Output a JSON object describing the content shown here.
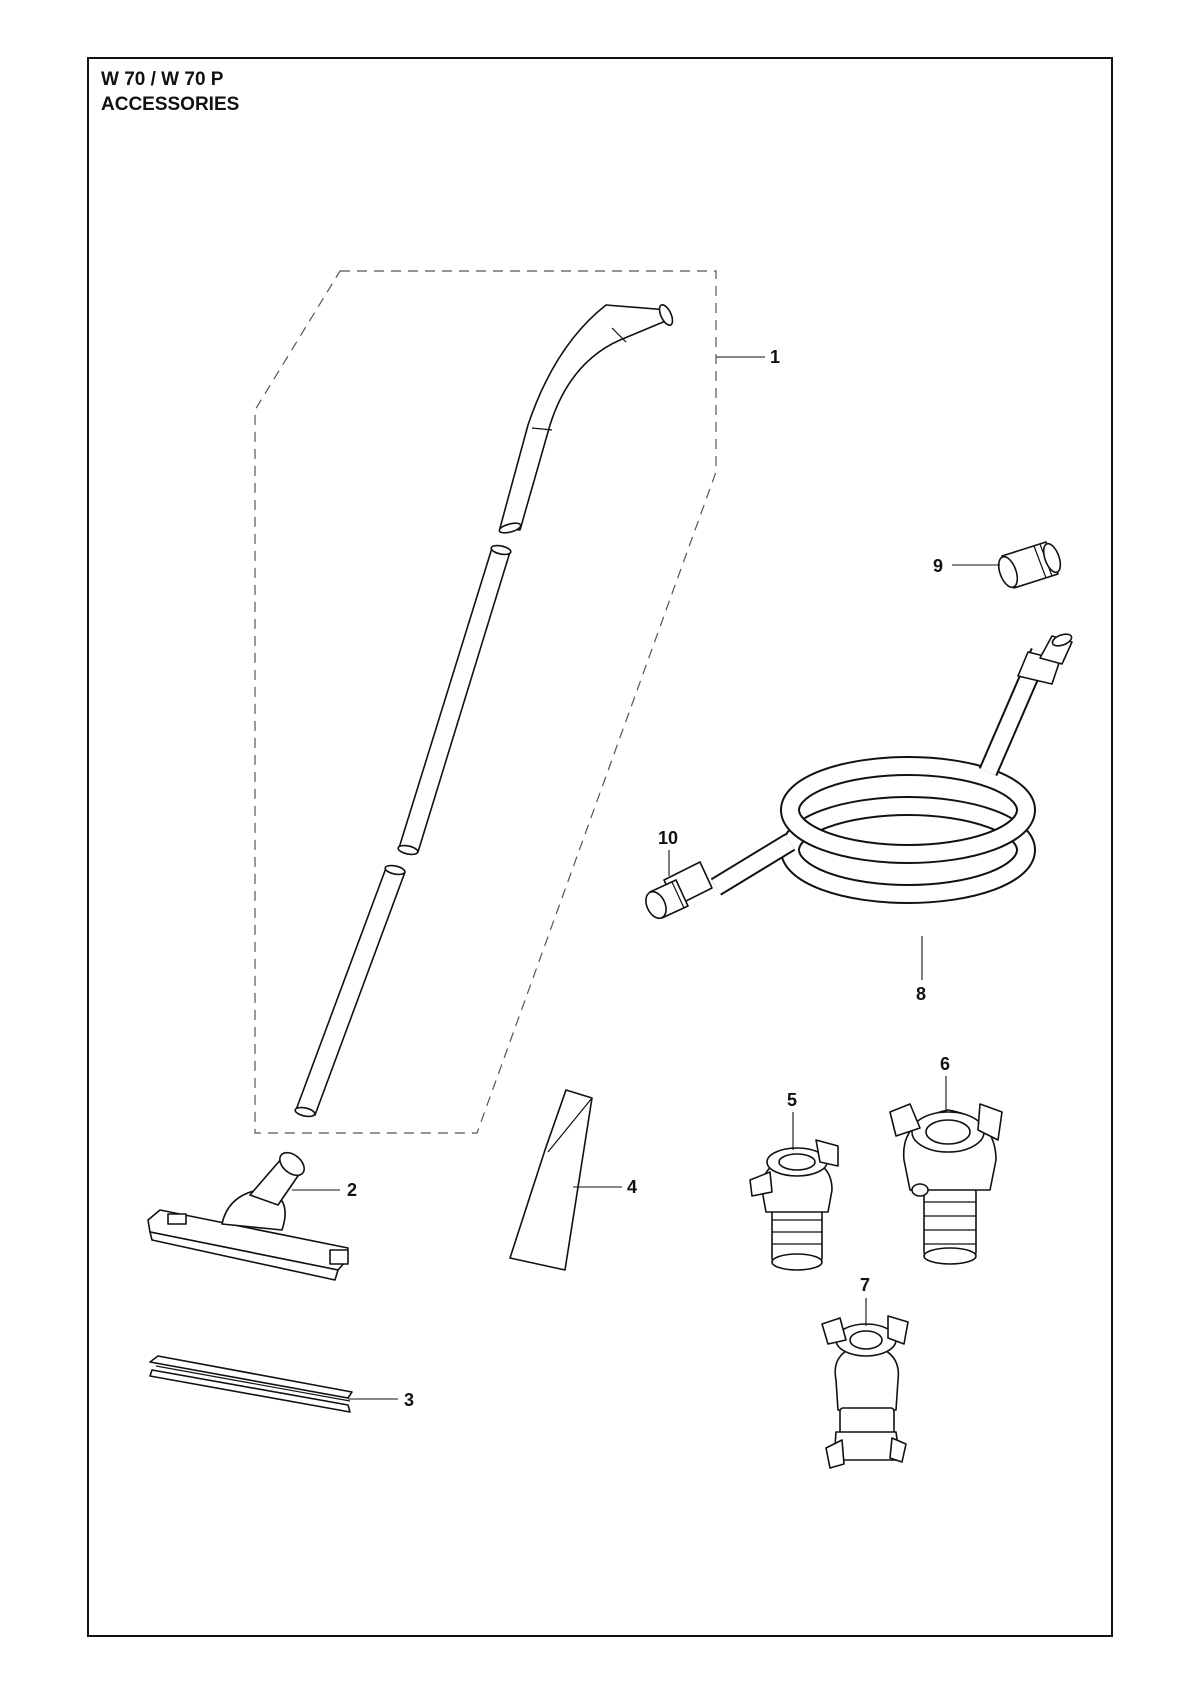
{
  "header": {
    "model": "W 70 / W 70 P",
    "section": "ACCESSORIES"
  },
  "callouts": {
    "c1": "1",
    "c2": "2",
    "c3": "3",
    "c4": "4",
    "c5": "5",
    "c6": "6",
    "c7": "7",
    "c8": "8",
    "c9": "9",
    "c10": "10"
  }
}
